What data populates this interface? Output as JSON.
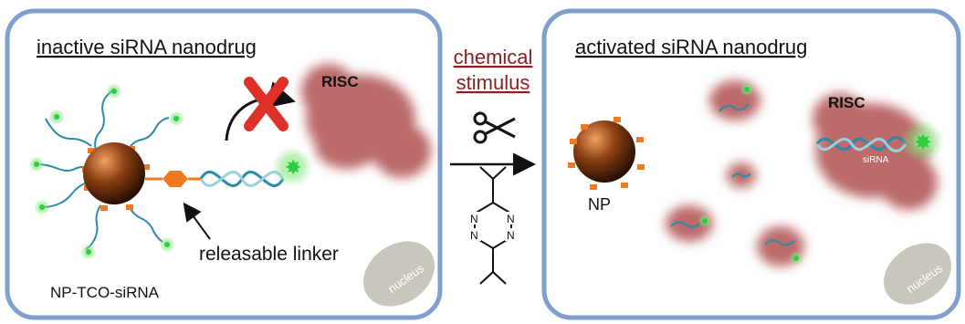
{
  "left_panel": {
    "title": "inactive siRNA nanodrug",
    "construct_label": "NP-TCO-siRNA",
    "linker_label": "releasable linker",
    "risc_label": "RISC",
    "nucleus_label": "nucleus"
  },
  "stimulus": {
    "line1": "chemical",
    "line2": "stimulus"
  },
  "right_panel": {
    "title": "activated siRNA nanodrug",
    "np_label": "NP",
    "risc_label": "RISC",
    "sirna_label": "siRNA",
    "nucleus_label": "nucleus"
  },
  "colors": {
    "panel_border": "#7f9fcf",
    "risc": "#b55a5a",
    "np": "#8a3f12",
    "linker": "#f07a22",
    "fluor": "#2ecc40",
    "stimulus_text": "#8b2020",
    "blocked_x": "#e0302a"
  },
  "icons": [
    "scissors-icon",
    "tetrazine-icon",
    "blocked-x-icon",
    "arrow-icon"
  ]
}
